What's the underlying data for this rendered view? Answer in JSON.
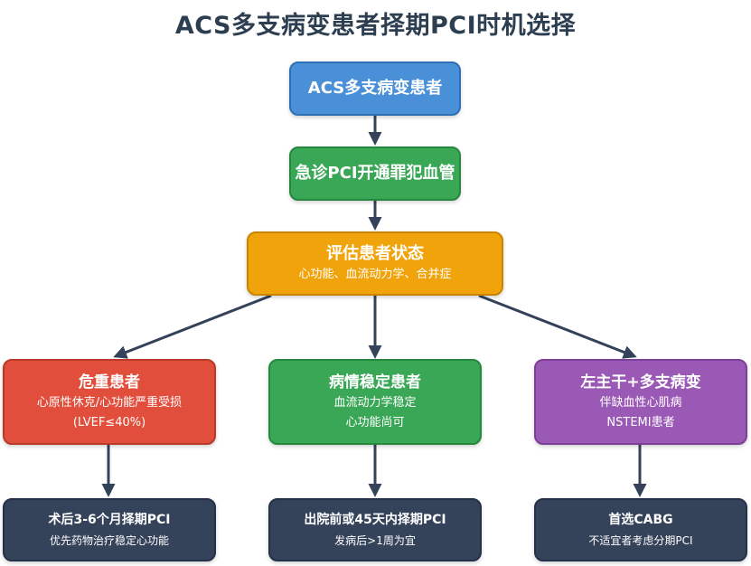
{
  "title": "ACS多支病变患者择期PCI时机选择",
  "colors": {
    "blue": "#4a90d9",
    "green": "#3aa757",
    "orange": "#f0a30a",
    "red": "#e14f3c",
    "purple": "#9b59b6",
    "navy": "#34425a",
    "connector": "#34425a"
  },
  "nodes": {
    "start": {
      "head": "ACS多支病变患者"
    },
    "emergency": {
      "head": "急诊PCI开通罪犯血管"
    },
    "assess": {
      "head": "评估患者状态",
      "sub": "心功能、血流动力学、合并症"
    },
    "critical": {
      "head": "危重患者",
      "sub1": "心原性休克/心功能严重受损",
      "sub2": "(LVEF≤40%)"
    },
    "stable": {
      "head": "病情稳定患者",
      "sub1": "血流动力学稳定",
      "sub2": "心功能尚可"
    },
    "leftmain": {
      "head": "左主干+多支病变",
      "sub1": "伴缺血性心肌病",
      "sub2": "NSTEMI患者"
    },
    "out_critical": {
      "head": "术后3-6个月择期PCI",
      "sub": "优先药物治疗稳定心功能"
    },
    "out_stable": {
      "head": "出院前或45天内择期PCI",
      "sub": "发病后>1周为宜"
    },
    "out_leftmain": {
      "head": "首选CABG",
      "sub": "不适宜者考虑分期PCI"
    }
  }
}
